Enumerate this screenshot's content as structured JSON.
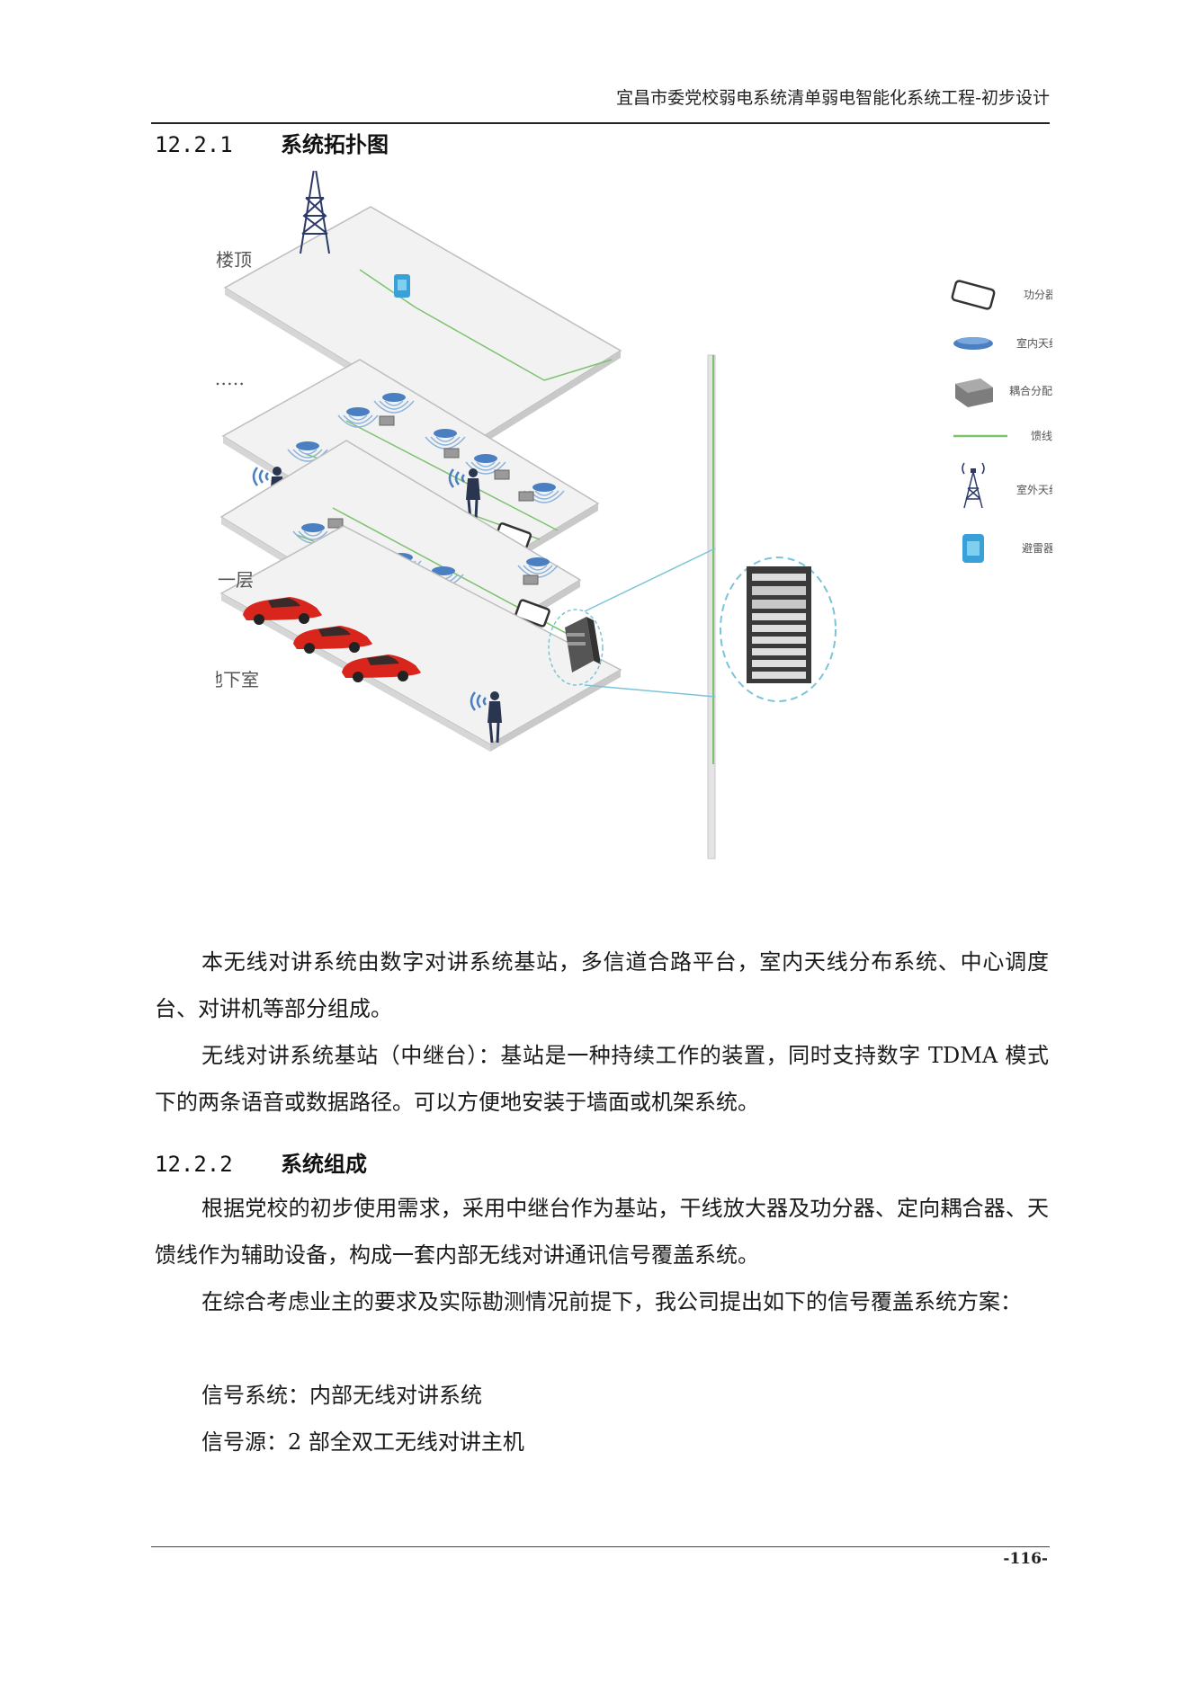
{
  "header": {
    "title": "宜昌市委党校弱电系统清单弱电智能化系统工程-初步设计"
  },
  "sections": [
    {
      "number": "12.2.1",
      "title": "系统拓扑图"
    },
    {
      "number": "12.2.2",
      "title": "系统组成"
    }
  ],
  "figure": {
    "floor_labels": {
      "roof": "楼顶",
      "ellipsis": "……",
      "first": "一层",
      "basement": "地下室"
    },
    "legend": [
      {
        "icon": "power-splitter-icon",
        "label": "功分器"
      },
      {
        "icon": "indoor-antenna-icon",
        "label": "室内天线"
      },
      {
        "icon": "coupler-icon",
        "label": "耦合分配器"
      },
      {
        "icon": "feeder-line-icon",
        "label": "馈线"
      },
      {
        "icon": "outdoor-antenna-icon",
        "label": "室外天线"
      },
      {
        "icon": "lightning-arrester-icon",
        "label": "避雷器"
      }
    ],
    "colors": {
      "feeder": "#7cc36e",
      "floor": "#f2f2f2",
      "antenna": "#4a7fc1",
      "car": "#d9261c",
      "rack": "#3a3a3a",
      "callout": "#7bc4d8"
    }
  },
  "paragraphs": [
    "本无线对讲系统由数字对讲系统基站，多信道合路平台，室内天线分布系统、中心调度台、对讲机等部分组成。",
    "无线对讲系统基站（中继台）：基站是一种持续工作的装置，同时支持数字 TDMA 模式下的两条语音或数据路径。可以方便地安装于墙面或机架系统。",
    "根据党校的初步使用需求，采用中继台作为基站，干线放大器及功分器、定向耦合器、天馈线作为辅助设备，构成一套内部无线对讲通讯信号覆盖系统。",
    "在综合考虑业主的要求及实际勘测情况前提下，我公司提出如下的信号覆盖系统方案：",
    "信号系统：内部无线对讲系统",
    "信号源：2 部全双工无线对讲主机"
  ],
  "footer": {
    "page_number": "-116-"
  }
}
